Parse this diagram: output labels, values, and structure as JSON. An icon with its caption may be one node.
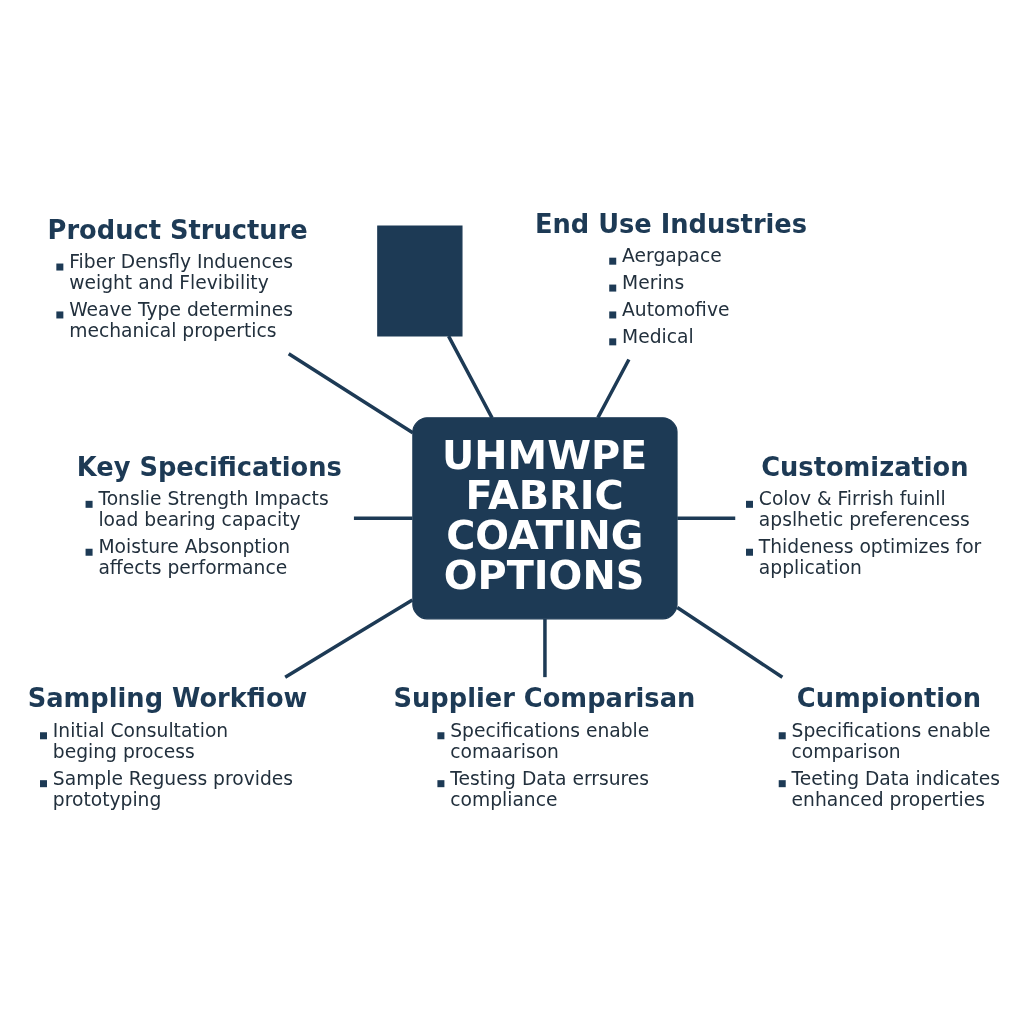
{
  "diagram": {
    "nodes": [
      {
        "text": [
          "Product Structure",
          "Fiber Densfly Induences weight and Flevibility",
          "Weave Type determines mechanical propertics"
        ]
      },
      {
        "text": [],
        "shape": "box"
      },
      {
        "text": [
          "End Use Industries",
          "Aergapace",
          "Merins",
          "Automofive",
          "Medical"
        ]
      },
      {
        "text": [
          "UHMWPE FABRIC COATING OPTIONS"
        ]
      },
      {
        "text": [
          "Key Specifications",
          "Tonslie Strength Impacts load bearing capacity",
          "Moisture Absonption affects performance"
        ]
      },
      {
        "text": [
          "Customization",
          "Colov & Firrish fuinll apslhetic preferencess",
          "Thideness optimizes for application"
        ]
      },
      {
        "text": [
          "Sampling Workfiow",
          "Initial Consultation beging process",
          "Sample Reguess provides prototyping"
        ]
      },
      {
        "text": [
          "Supplier Comparisan",
          "Specifications enable comaarison",
          "Testing Data errsures compliance"
        ]
      },
      {
        "text": [
          "Cumpiontion",
          "Specifications enable comparison",
          "Teeting Data indicates enhanced properties"
        ]
      }
    ],
    "edges": [
      {
        "from": 3,
        "to": 0,
        "arrow": "none"
      },
      {
        "from": 3,
        "to": 1,
        "arrow": "none"
      },
      {
        "from": 3,
        "to": 2,
        "arrow": "none"
      },
      {
        "from": 3,
        "to": 4,
        "arrow": "none"
      },
      {
        "from": 3,
        "to": 5,
        "arrow": "none"
      },
      {
        "from": 3,
        "to": 6,
        "arrow": "none"
      },
      {
        "from": 3,
        "to": 7,
        "arrow": "none"
      },
      {
        "from": 3,
        "to": 8,
        "arrow": "none"
      }
    ]
  }
}
